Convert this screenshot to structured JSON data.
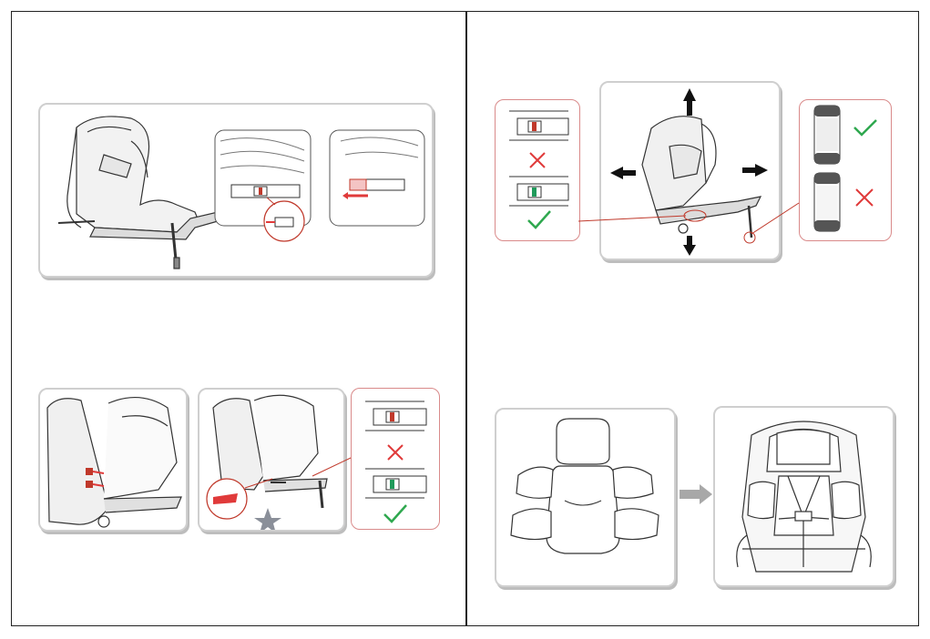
{
  "document": {
    "type": "car seat installation manual spread",
    "pages": 2
  },
  "icons": {
    "correct": "green-check-icon",
    "incorrect": "red-cross-icon",
    "next_step": "gray-arrow-right-icon",
    "push_directions": "black-arrow-icons",
    "note": "star-icon"
  },
  "colors": {
    "correct": "#2fa84f",
    "incorrect": "#e03a3a",
    "indicator_red": "#c0392b",
    "indicator_green": "#1f9a5a",
    "callout_line": "#c0392b",
    "line_art": "#333333",
    "panel_border": "#cfcfcf"
  }
}
